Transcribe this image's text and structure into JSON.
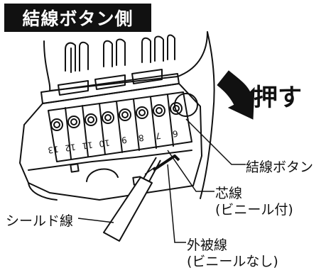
{
  "title": "結線ボタン側",
  "push_label": "押す",
  "labels": {
    "button": "結線ボタン",
    "core": "芯線",
    "core_note": "(ビニール付)",
    "shield": "シールド線",
    "outer": "外被線",
    "outer_note": "(ビニールなし)"
  },
  "terminal_numbers": [
    "13",
    "12",
    "11",
    "10",
    "9",
    "8",
    "7",
    "6"
  ]
}
